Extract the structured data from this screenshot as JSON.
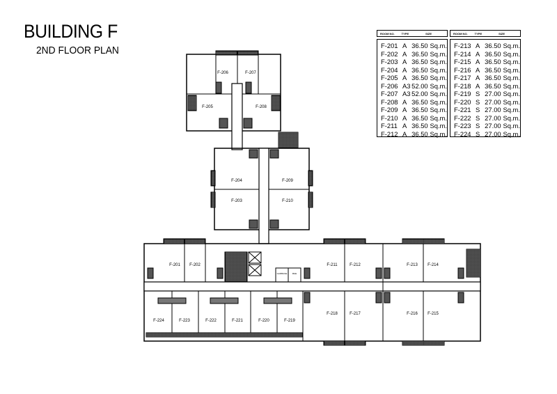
{
  "header": {
    "title": "BUILDING F",
    "subtitle": "2ND FLOOR PLAN"
  },
  "schedule": {
    "columns": [
      "ROOM NO.",
      "TYPE",
      "SIZE"
    ],
    "left": [
      {
        "room": "F-201",
        "type": "A",
        "size": "36.50",
        "unit": "Sq.m."
      },
      {
        "room": "F-202",
        "type": "A",
        "size": "36.50",
        "unit": "Sq.m."
      },
      {
        "room": "F-203",
        "type": "A",
        "size": "36.50",
        "unit": "Sq.m."
      },
      {
        "room": "F-204",
        "type": "A",
        "size": "36.50",
        "unit": "Sq.m."
      },
      {
        "room": "F-205",
        "type": "A",
        "size": "36.50",
        "unit": "Sq.m."
      },
      {
        "room": "F-206",
        "type": "A3",
        "size": "52.00",
        "unit": "Sq.m."
      },
      {
        "room": "F-207",
        "type": "A3",
        "size": "52.00",
        "unit": "Sq.m."
      },
      {
        "room": "F-208",
        "type": "A",
        "size": "36.50",
        "unit": "Sq.m."
      },
      {
        "room": "F-209",
        "type": "A",
        "size": "36.50",
        "unit": "Sq.m."
      },
      {
        "room": "F-210",
        "type": "A",
        "size": "36.50",
        "unit": "Sq.m."
      },
      {
        "room": "F-211",
        "type": "A",
        "size": "36.50",
        "unit": "Sq.m."
      },
      {
        "room": "F-212",
        "type": "A",
        "size": "36.50",
        "unit": "Sq.m."
      }
    ],
    "right": [
      {
        "room": "F-213",
        "type": "A",
        "size": "36.50",
        "unit": "Sq.m."
      },
      {
        "room": "F-214",
        "type": "A",
        "size": "36.50",
        "unit": "Sq.m."
      },
      {
        "room": "F-215",
        "type": "A",
        "size": "36.50",
        "unit": "Sq.m."
      },
      {
        "room": "F-216",
        "type": "A",
        "size": "36.50",
        "unit": "Sq.m."
      },
      {
        "room": "F-217",
        "type": "A",
        "size": "36.50",
        "unit": "Sq.m."
      },
      {
        "room": "F-218",
        "type": "A",
        "size": "36.50",
        "unit": "Sq.m."
      },
      {
        "room": "F-219",
        "type": "S",
        "size": "27.00",
        "unit": "Sq.m."
      },
      {
        "room": "F-220",
        "type": "S",
        "size": "27.00",
        "unit": "Sq.m."
      },
      {
        "room": "F-221",
        "type": "S",
        "size": "27.00",
        "unit": "Sq.m."
      },
      {
        "room": "F-222",
        "type": "S",
        "size": "27.00",
        "unit": "Sq.m."
      },
      {
        "room": "F-223",
        "type": "S",
        "size": "27.00",
        "unit": "Sq.m."
      },
      {
        "room": "F-224",
        "type": "S",
        "size": "27.00",
        "unit": "Sq.m."
      }
    ]
  },
  "plan": {
    "rooms": [
      "F-201",
      "F-202",
      "F-203",
      "F-204",
      "F-205",
      "F-206",
      "F-207",
      "F-208",
      "F-209",
      "F-210",
      "F-211",
      "F-212",
      "F-213",
      "F-214",
      "F-215",
      "F-216",
      "F-217",
      "F-218",
      "F-219",
      "F-220",
      "F-221",
      "F-222",
      "F-223",
      "F-224"
    ],
    "service": {
      "garbage": "GARBAGE",
      "me": "M&E"
    }
  }
}
